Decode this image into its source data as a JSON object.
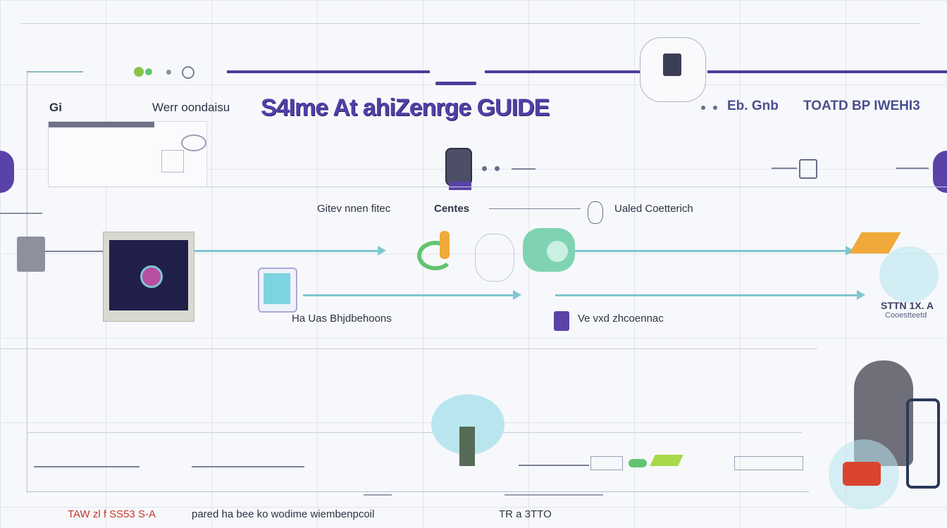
{
  "header": {
    "left_mark": "Gi",
    "welcome_label": "Werr oondaisu",
    "title": "S4Ime At ahiZenrge GUIDE",
    "right_label_1": "Eb. Gnb",
    "right_label_2": "TOATD BP IWEHI3"
  },
  "diagram": {
    "label_top_left": "Gitev nnen fitec",
    "label_top_center": "Centes",
    "label_top_right": "Ualed Coetterich",
    "label_mid_left": "Ha Uas Bhjdbehoons",
    "label_mid_right": "Ve vxd zhcoennac",
    "label_far_right_1": "STTN 1X. A",
    "label_far_right_2": "Cooestteetd"
  },
  "footer": {
    "left_text_red": "TAW zl f SS53 S-A",
    "left_text": "pared ha bee ko wodime wiembenpcoil",
    "center_text": "TR a 3TTO"
  },
  "colors": {
    "accent_purple": "#4b3d9a",
    "teal": "#7fc6d1",
    "green": "#62c470",
    "orange": "#f0a93a",
    "footer_red": "#c0392b"
  },
  "icons": [
    "monitor-icon",
    "cloud-icon",
    "gear-icon",
    "key-icon",
    "robot-icon",
    "document-icon",
    "person-icon",
    "phone-icon"
  ]
}
